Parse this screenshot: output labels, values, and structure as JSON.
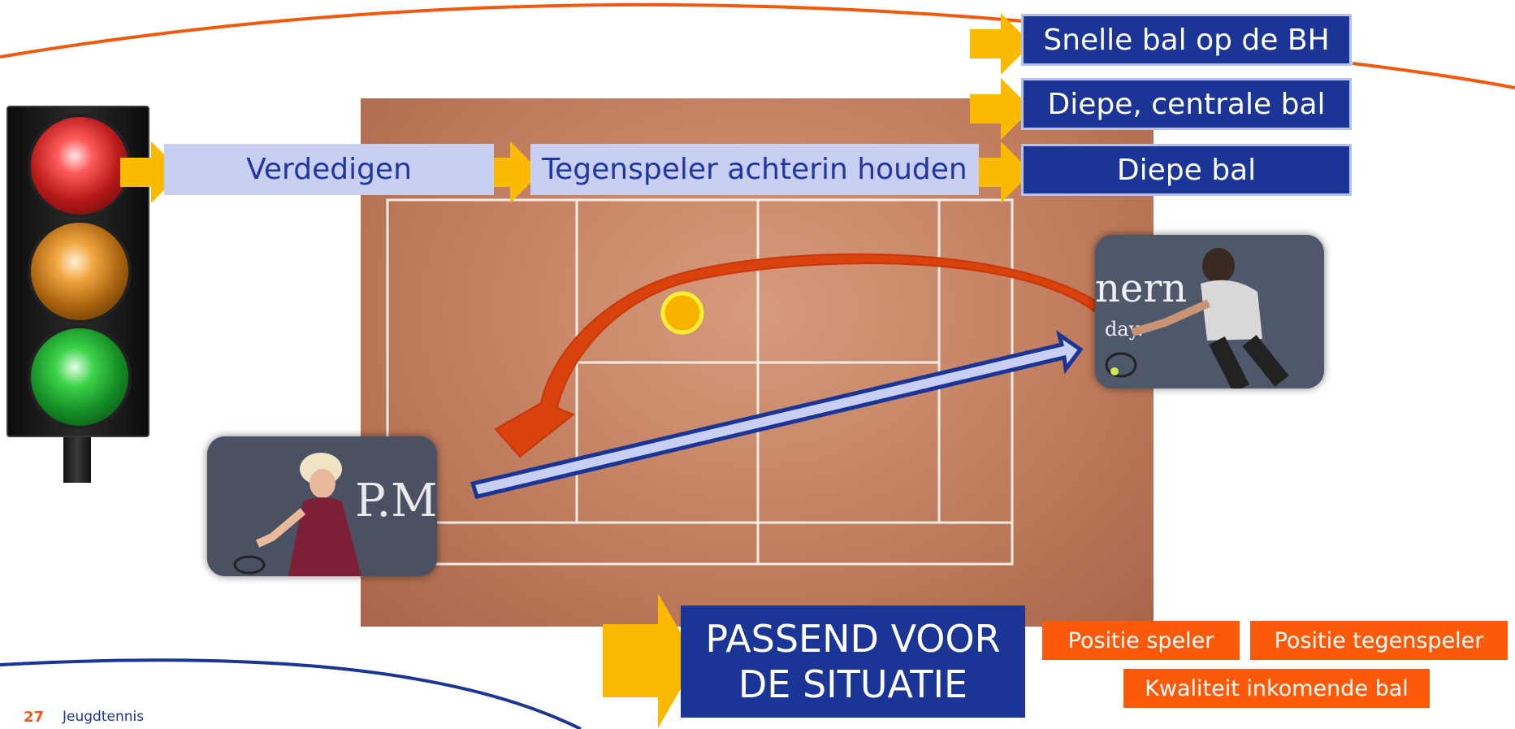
{
  "flow": {
    "step1": "Verdedigen",
    "step2": "Tegenspeler achterin houden",
    "options": [
      "Snelle bal op de BH",
      "Diepe, centrale bal",
      "Diepe bal"
    ]
  },
  "photos": {
    "right_banner_text": "nern",
    "right_banner_text2": "day.",
    "left_banner_text": "P.M"
  },
  "conclusion": {
    "line1": "PASSEND VOOR",
    "line2": "DE SITUATIE"
  },
  "factors": [
    "Positie speler",
    "Positie tegenspeler",
    "Kwaliteit inkomende bal"
  ],
  "footer": {
    "page": "27",
    "label": "Jeugdtennis"
  },
  "colors": {
    "accent_orange": "#f15a0c",
    "dark_blue": "#1a3596",
    "light_blue": "#c8cff3",
    "arrow_yellow": "#fbb900"
  }
}
